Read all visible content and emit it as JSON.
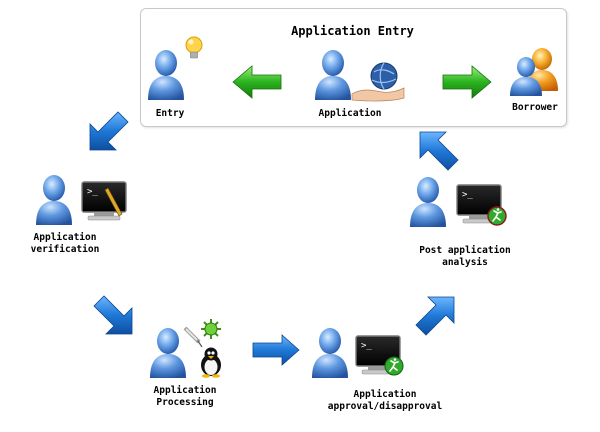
{
  "title": "Application Entry",
  "nodes": {
    "entry": "Entry",
    "application": "Application",
    "borrower": "Borrower",
    "verification_line1": "Application",
    "verification_line2": "verification",
    "processing_line1": "Application",
    "processing_line2": "Processing",
    "approval_line1": "Application",
    "approval_line2": "approval/disapproval",
    "post_line1": "Post application",
    "post_line2": "analysis"
  },
  "colors": {
    "arrow_blue": "#1f78d6",
    "arrow_green": "#2bb31f",
    "user_blue": "#3f7fd0",
    "user_orange": "#f29b1c"
  }
}
